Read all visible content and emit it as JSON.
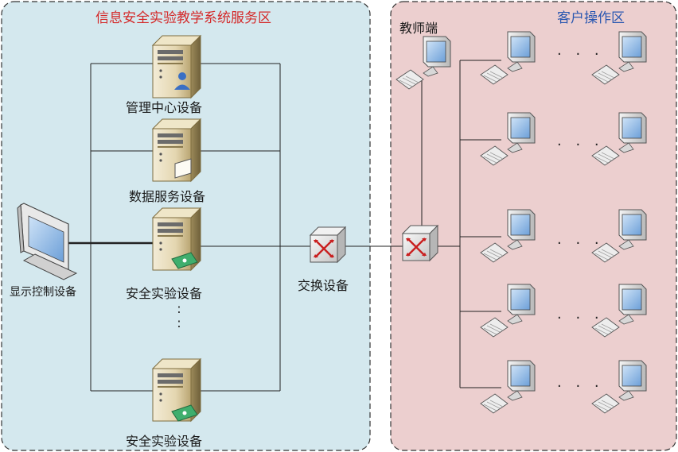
{
  "zones": {
    "server": {
      "title": "信息安全实验教学系统服务区",
      "fill": "#d4e8ee"
    },
    "client": {
      "title": "客户操作区",
      "fill": "#eccfcf"
    }
  },
  "devices": {
    "management": "管理中心设备",
    "data_service": "数据服务设备",
    "security_lab_1": "安全实验设备",
    "security_lab_2": "安全实验设备",
    "display_control": "显示控制设备",
    "switch": "交换设备",
    "teacher": "教师端"
  },
  "ellipsis": {
    "horizontal": "· · ·",
    "vertical": ":"
  }
}
